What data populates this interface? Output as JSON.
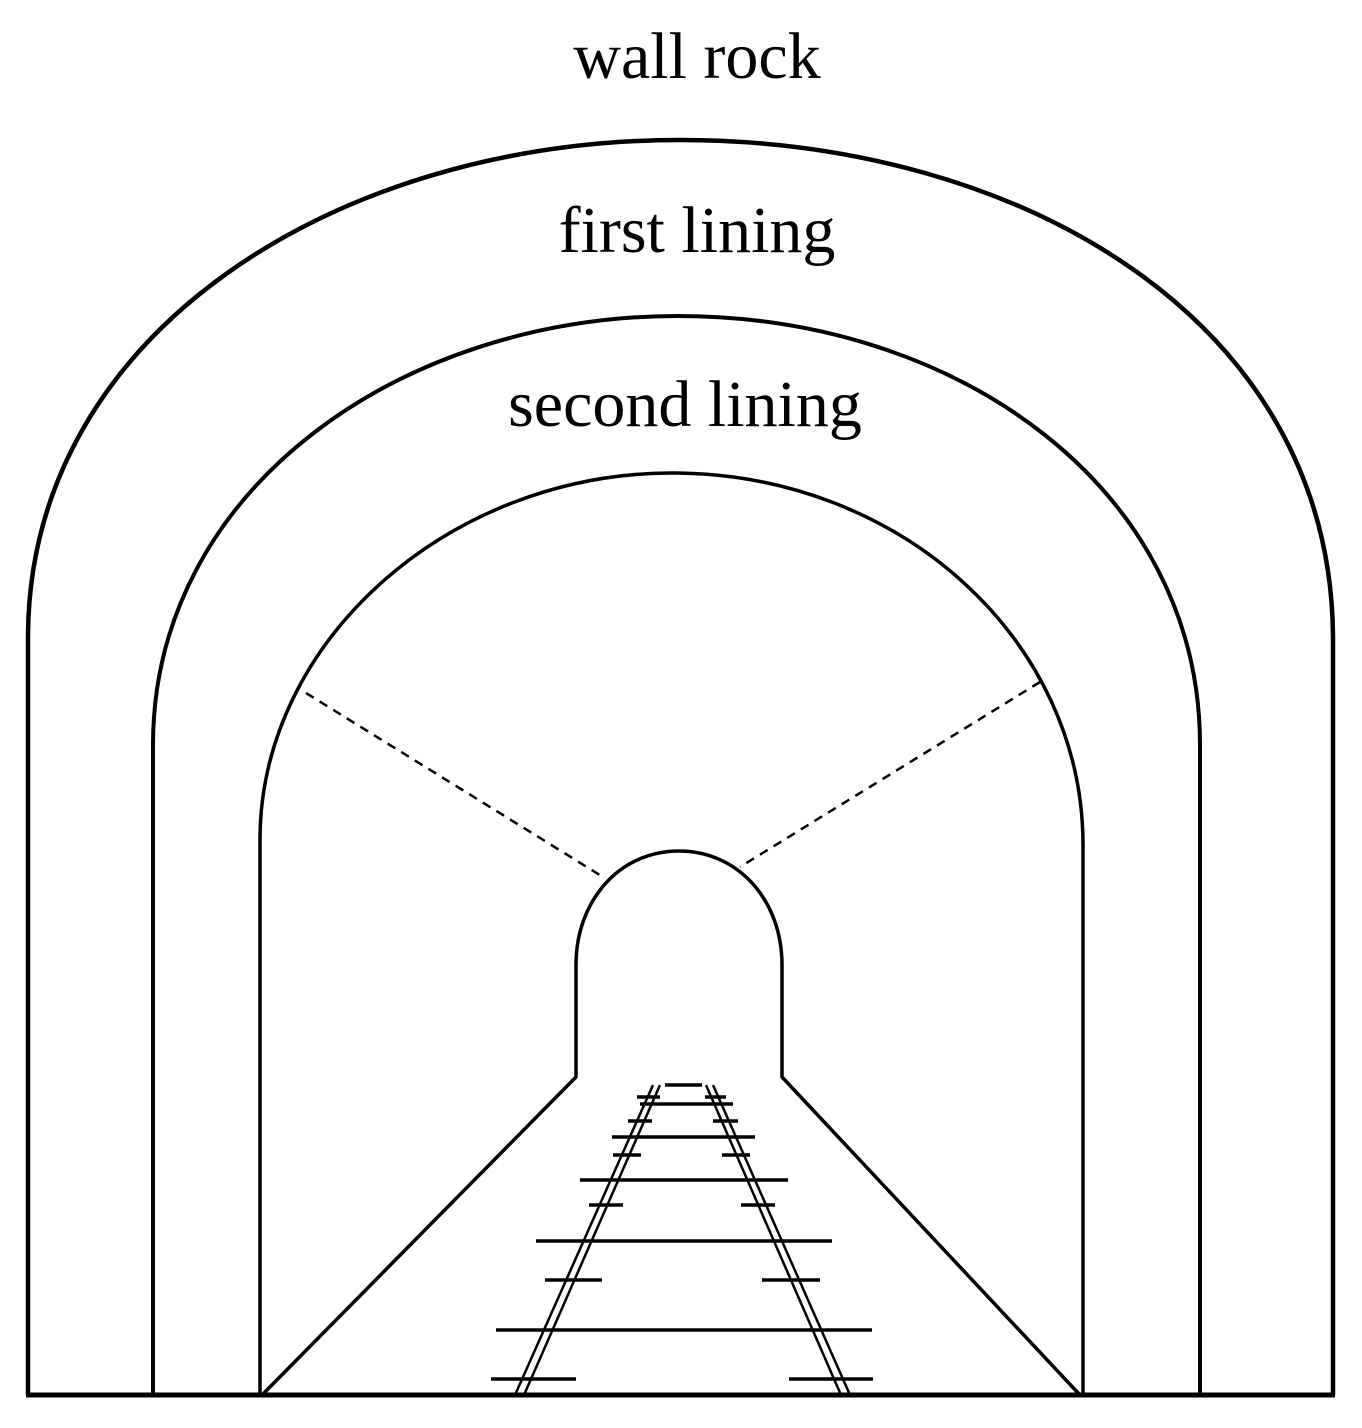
{
  "labels": {
    "wall_rock": "wall rock",
    "first_lining": "first lining",
    "second_lining": "second lining"
  },
  "colors": {
    "line": "#000000",
    "background": "#ffffff"
  }
}
